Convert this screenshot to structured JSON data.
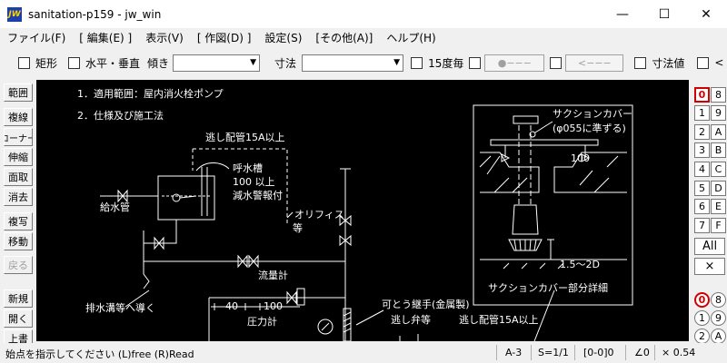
{
  "window": {
    "title": "sanitation-p159 - jw_win",
    "icon_text": "JW",
    "controls": {
      "minimize": "—",
      "maximize": "☐",
      "close": "✕"
    }
  },
  "menu": [
    "ファイル(F)",
    "[ 編集(E) ]",
    "表示(V)",
    "[ 作図(D) ]",
    "設定(S)",
    "[その他(A)]",
    "ヘルプ(H)"
  ],
  "toolbar": {
    "rect_label": "矩形",
    "hv_label": "水平・垂直",
    "slope_label": "傾き",
    "slope_value": "",
    "dim_label": "寸法",
    "dim_value": "",
    "deg15_label": "15度毎",
    "btn_circle": "●−−−",
    "btn_arrow": "<−−−",
    "dimvalue_label": "寸法値",
    "lt_label": "<"
  },
  "left_tools": [
    "範囲",
    "複線",
    "コーナー",
    "伸縮",
    "面取",
    "消去",
    "複写",
    "移動",
    "戻る",
    "新規",
    "開く",
    "上書"
  ],
  "right_panel": {
    "layers_top": [
      "0",
      "8",
      "1",
      "9",
      "2",
      "A",
      "3",
      "B",
      "4",
      "C",
      "5",
      "D",
      "6",
      "E",
      "7",
      "F"
    ],
    "all_label": "All",
    "x_label": "×",
    "layers_bottom": [
      "0",
      "8",
      "1",
      "9",
      "2",
      "A"
    ]
  },
  "drawing": {
    "note1": "1．適用範囲：屋内消火栓ポンプ",
    "note2": "2．仕様及び施工法",
    "vent_pipe_top": "逃し配管15A以上",
    "tank_label1": "呼水槽",
    "tank_label2": "100 以上",
    "tank_label3": "減水警報付",
    "supply_pipe": "給水管",
    "orifice1": "オリフィス",
    "orifice2": "等",
    "flowmeter": "流量計",
    "drain": "排水溝等へ導く",
    "dim_40": "40",
    "dim_100_small": "100",
    "pressure_gauge": "圧力計",
    "flex_joint": "可とう継手(金属製)",
    "relief_valve": "逃し弁等",
    "vent_pipe_bottom": "逃し配管15A以上",
    "suction_cover1": "サクションカバー",
    "suction_cover2": "(φ055に準ずる)",
    "dim_100": "100",
    "dim_1520": "1.5〜2D",
    "suction_detail": "サクションカバー部分詳細"
  },
  "status": {
    "message": "始点を指示してください (L)free (R)Read",
    "paper": "A-3",
    "scale": "S=1/1",
    "layer": "[0-0]0",
    "angle": "∠0",
    "zoom": "× 0.54"
  },
  "colors": {
    "canvas_bg": "#000000",
    "line": "#ffffff",
    "selected_layer": "#d00000"
  }
}
